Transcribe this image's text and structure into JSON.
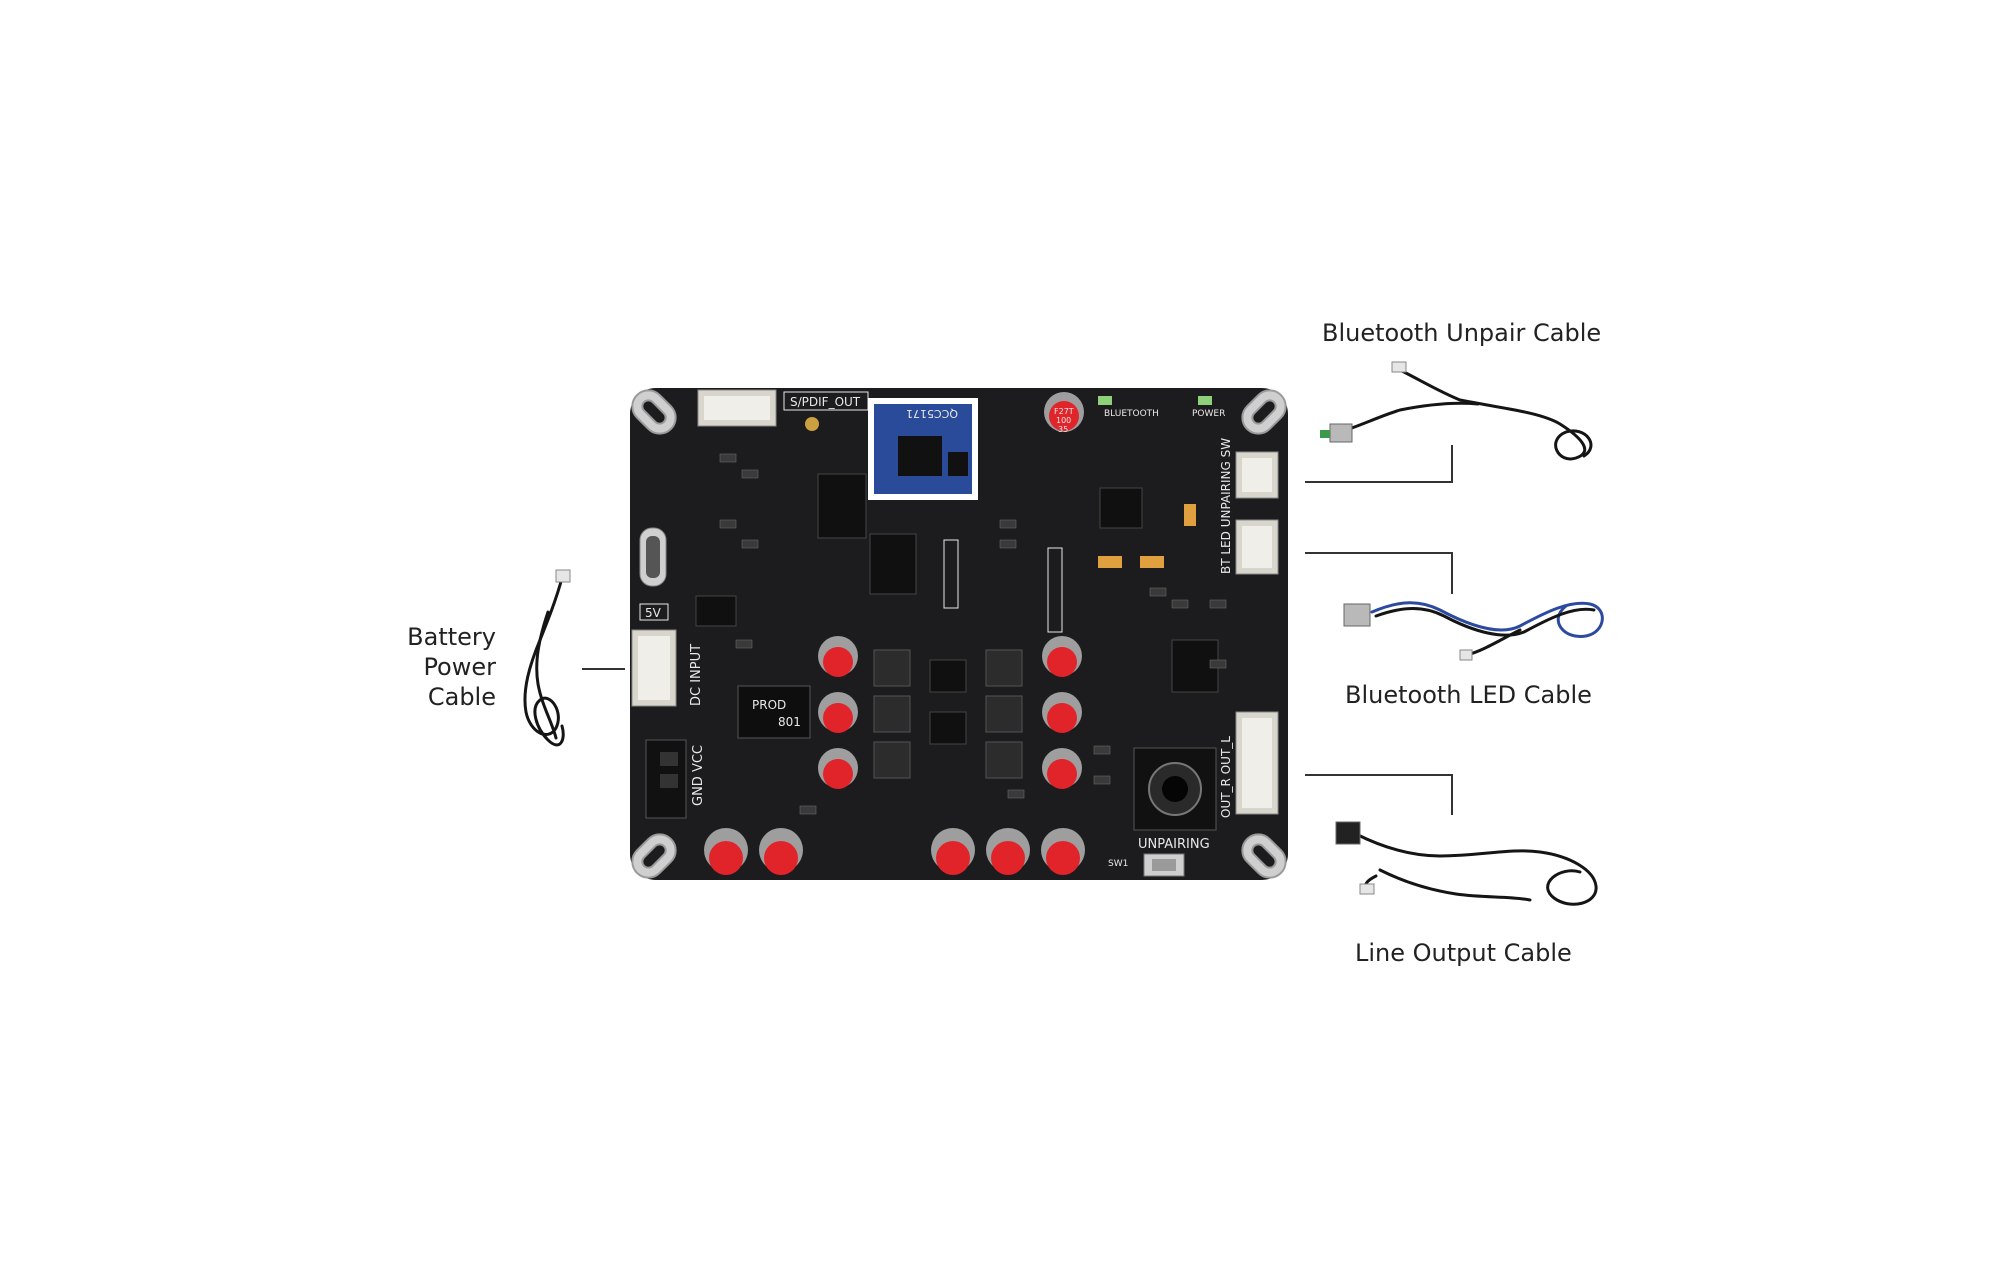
{
  "callouts": {
    "unpair": "Bluetooth Unpair Cable",
    "led": "Bluetooth LED Cable",
    "line_out": "Line Output Cable",
    "battery": [
      "Battery",
      "Power",
      "Cable"
    ]
  },
  "board": {
    "top_connector": "S/PDIF_OUT",
    "module": "QCC5171",
    "side_connector_top": "BT LED UNPAIRING SW",
    "side_connector_bottom": "OUT_R OUT_L",
    "dc_input": "DC INPUT",
    "gnd_vcc": "GND VCC",
    "usb_voltage": "5V",
    "unpairing_label": "UNPAIRING",
    "bluetooth_led": "BLUETOOTH",
    "power_led": "POWER",
    "inductor_label": "PROD",
    "inductor_value": "801",
    "switch_label": "SW1",
    "capacitor_text": [
      "F27T",
      "100",
      "35"
    ]
  },
  "colors": {
    "board": "#1c1c1e",
    "capacitor_red": "#e0242a",
    "module_blue": "#2a4a9a",
    "connector": "#d8d6cc"
  }
}
